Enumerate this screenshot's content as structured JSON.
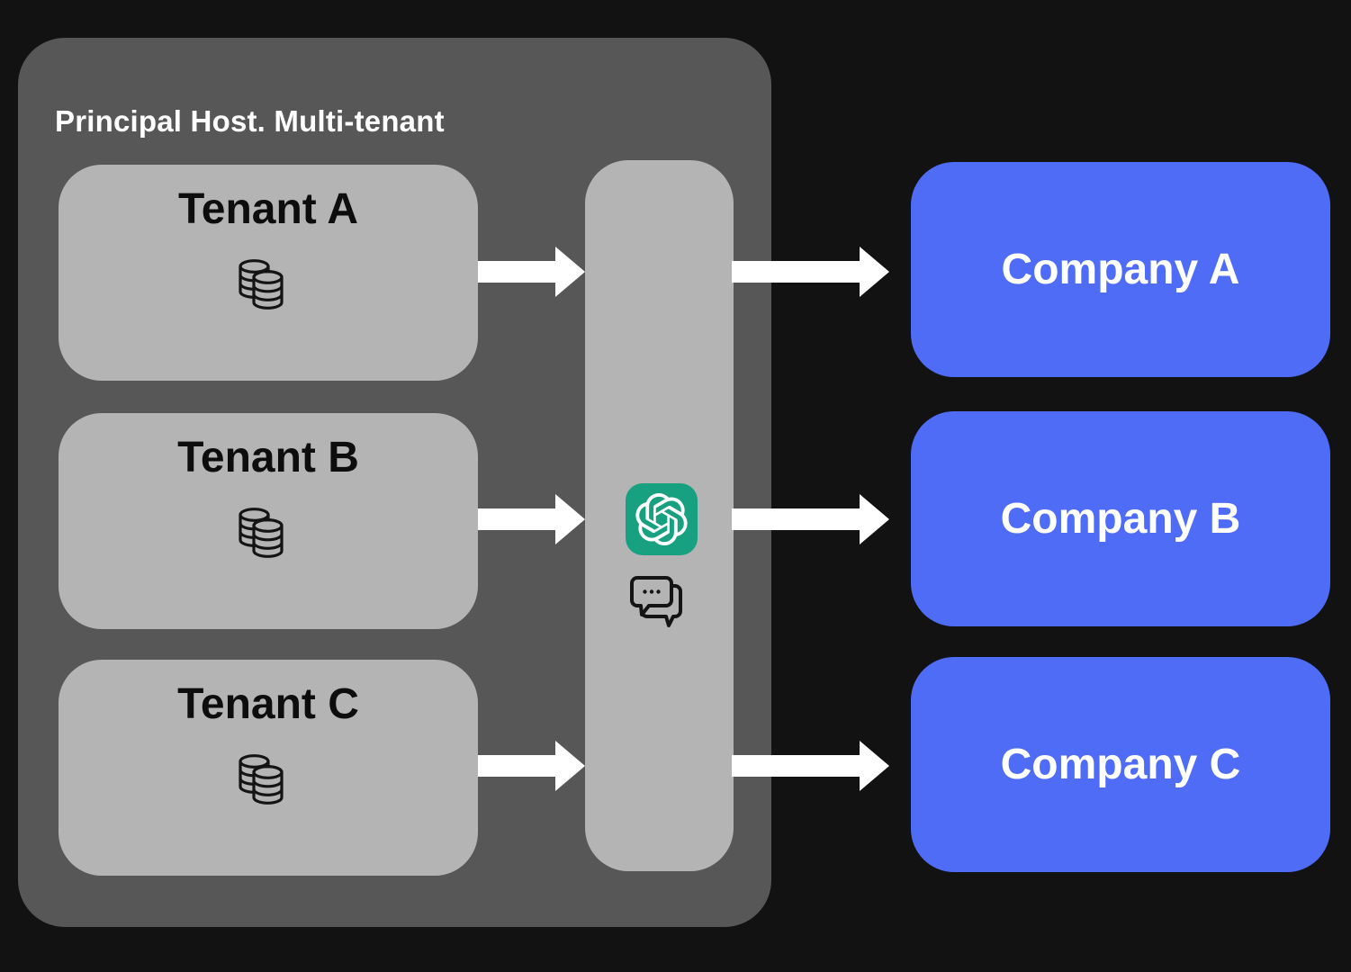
{
  "background_color": "#121212",
  "host": {
    "title": "Principal Host. Multi-tenant",
    "panel_color": "#575757",
    "box_color": "#b4b4b4",
    "tenants": [
      {
        "label": "Tenant A",
        "icon": "database-icon"
      },
      {
        "label": "Tenant B",
        "icon": "database-icon"
      },
      {
        "label": "Tenant C",
        "icon": "database-icon"
      }
    ]
  },
  "gateway": {
    "bar_color": "#b4b4b4",
    "ai_tile_color": "#18a181",
    "icons": [
      {
        "name": "openai-logo-icon"
      },
      {
        "name": "chat-bubbles-icon"
      }
    ]
  },
  "companies": {
    "box_color": "#4f6cf7",
    "items": [
      {
        "label": "Company A"
      },
      {
        "label": "Company B"
      },
      {
        "label": "Company C"
      }
    ]
  },
  "arrows": {
    "color": "#ffffff",
    "count": 6
  }
}
